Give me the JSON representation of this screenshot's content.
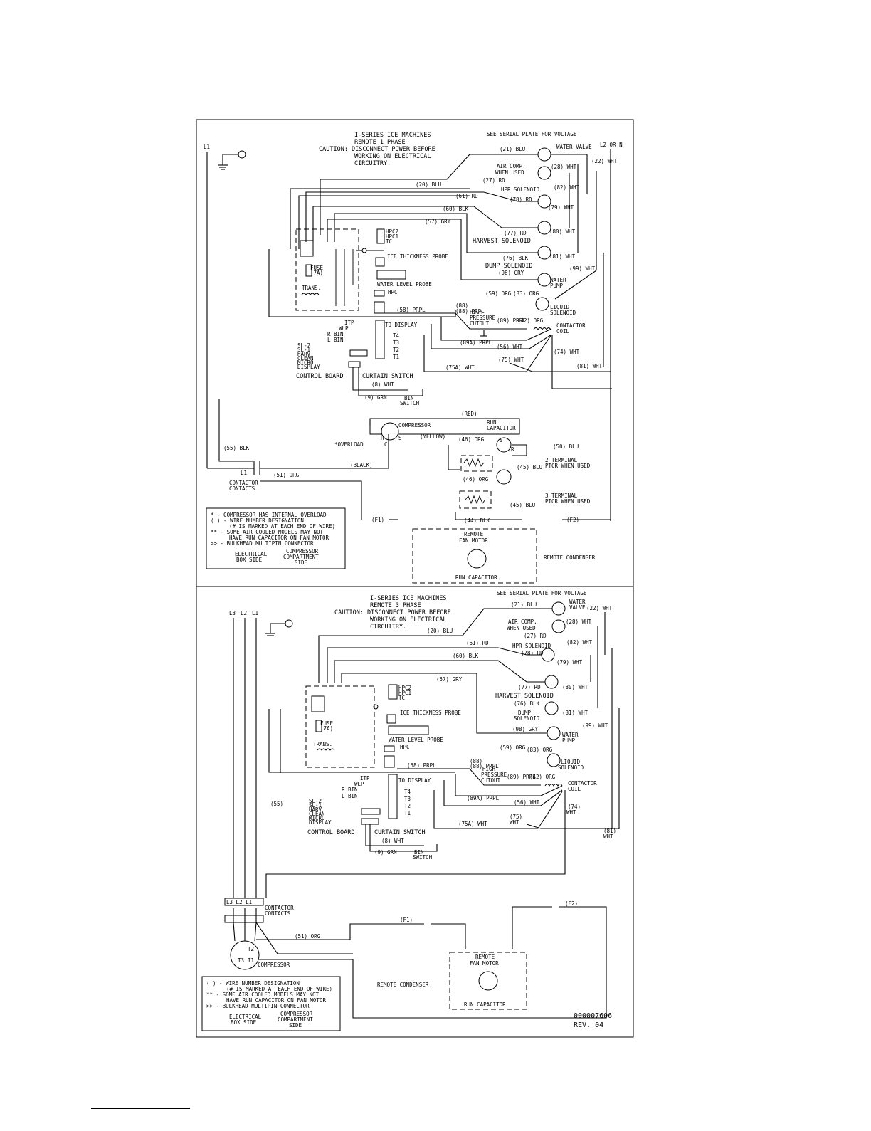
{
  "top": {
    "title": [
      "I-SERIES ICE MACHINES",
      "REMOTE 1 PHASE"
    ],
    "caution": [
      "CAUTION: DISCONNECT POWER BEFORE",
      "WORKING ON ELECTRICAL",
      "CIRCUITRY."
    ],
    "serial_note": "SEE SERIAL PLATE FOR VOLTAGE",
    "l1": "L1",
    "l2": "L2 OR N",
    "components": {
      "water_valve": "WATER VALVE",
      "air_comp": [
        "AIR COMP.",
        "WHEN USED"
      ],
      "hpr_solenoid": "HPR SOLENOID",
      "harvest_solenoid": "HARVEST SOLENOID",
      "dump_solenoid": "DUMP SOLENOID",
      "water_pump": [
        "WATER",
        "PUMP"
      ],
      "liquid_solenoid": [
        "LIQUID",
        "SOLENOID"
      ],
      "contactor_coil": [
        "CONTACTOR",
        "COIL"
      ],
      "high_pressure_cutout": [
        "HIGH",
        "PRESSURE",
        "CUTOUT"
      ],
      "ice_probe": "ICE THICKNESS PROBE",
      "water_probe": "WATER LEVEL PROBE",
      "hpc": "HPC",
      "fuse": [
        "FUSE",
        "(7A)"
      ],
      "trans": "TRANS.",
      "to_display": "TO DISPLAY",
      "inputs": [
        "ITP",
        "WLP",
        "R BIN",
        "L BIN"
      ],
      "t_terms": [
        "T4",
        "T3",
        "T2",
        "T1"
      ],
      "leds": [
        "SL-2",
        "SL-1",
        "HARV",
        "CLEAN",
        "MICRO",
        "DISPLAY"
      ],
      "control_board": "CONTROL BOARD",
      "curtain_switch": "CURTAIN SWITCH",
      "bin_switch": [
        "BIN",
        "SWITCH"
      ],
      "compressor": "COMPRESSOR",
      "run_capacitor": [
        "RUN",
        "CAPACITOR"
      ],
      "overload": "*OVERLOAD",
      "ptcr2": [
        "2 TERMINAL",
        "PTCR WHEN USED"
      ],
      "ptcr3": [
        "3 TERMINAL",
        "PTCR WHEN USED"
      ],
      "contactor_contacts": [
        "CONTACTOR",
        "CONTACTS"
      ],
      "remote_fan_motor": [
        "REMOTE",
        "FAN MOTOR"
      ],
      "remote_run_cap": "RUN CAPACITOR",
      "remote_condenser": "REMOTE CONDENSER",
      "csr": [
        "C",
        "S",
        "R"
      ],
      "cap_sr": [
        "S",
        "R"
      ],
      "hpc_pins": [
        "HPC2",
        "HPC1",
        "TC"
      ]
    },
    "wires": {
      "w21": "(21) BLU",
      "w22": "(22) WHT",
      "w28": "(28) WHT",
      "w27": "(27) RD",
      "w82": "(82) WHT",
      "w78": "(78) RD",
      "w79": "(79) WHT",
      "w20": "(20) BLU",
      "w61": "(61) RD",
      "w60": "(60) BLK",
      "w57": "(57) GRY",
      "w77": "(77) RD",
      "w80": "(80) WHT",
      "w76": "(76) BLK",
      "w81": "(81) WHT",
      "w98": "(98) GRY",
      "w99": "(99) WHT",
      "w59": "(59) ORG",
      "w83": "(83) ORG",
      "w88": "(88) PRPL",
      "w58": "(58) PRPL",
      "w89": "(89) PRPL",
      "w42": "(42) ORG",
      "w89a": "(89A) PRPL",
      "w56": "(56) WHT",
      "w74": "(74) WHT",
      "w75": "(75) WHT",
      "w75a": "(75A) WHT",
      "w8": "(8) WHT",
      "w9": "(9) GRN",
      "w55": "(55) BLK",
      "w51": "(51) ORG",
      "red": "(RED)",
      "yellow": "(YELLOW)",
      "black": "(BLACK)",
      "w46": "(46) ORG",
      "w46b": "(46) ORG",
      "w45": "(45) BLU",
      "w45b": "(45) BLU",
      "w50": "(50) BLU",
      "w44": "(44) BLK",
      "f1": "(F1)",
      "f2": "(F2)"
    },
    "legend": [
      "* - COMPRESSOR HAS INTERNAL OVERLOAD",
      "( ) - WIRE NUMBER DESIGNATION",
      "(# IS MARKED AT EACH END OF WIRE)",
      "** - SOME AIR COOLED MODELS MAY NOT",
      "HAVE RUN CAPACITOR ON FAN MOTOR",
      ">> - BULKHEAD MULTIPIN CONNECTOR"
    ],
    "legend_sides": {
      "left": [
        "ELECTRICAL",
        "BOX SIDE"
      ],
      "right": [
        "COMPRESSOR",
        "COMPARTMENT",
        "SIDE"
      ]
    }
  },
  "bottom": {
    "title": [
      "I-SERIES ICE MACHINES",
      "REMOTE 3 PHASE"
    ],
    "caution": [
      "CAUTION: DISCONNECT POWER BEFORE",
      "WORKING ON ELECTRICAL",
      "CIRCUITRY."
    ],
    "serial_note": "SEE SERIAL PLATE FOR VOLTAGE",
    "lines": [
      "L3",
      "L2",
      "L1"
    ],
    "w55": "(55)",
    "contactor_contacts": [
      "CONTACTOR",
      "CONTACTS"
    ],
    "compressor": "COMPRESSOR",
    "motor_terms": [
      "T2",
      "T3",
      "T1"
    ],
    "remote_condenser": "REMOTE CONDENSER",
    "remote_fan_motor": [
      "REMOTE",
      "FAN MOTOR"
    ],
    "remote_run_cap": "RUN CAPACITOR",
    "w81": "(81) WHT",
    "w74": "(74) WHT",
    "legend": [
      "( ) - WIRE NUMBER DESIGNATION",
      "(# IS MARKED AT EACH END OF WIRE)",
      "** - SOME AIR COOLED MODELS MAY NOT",
      "HAVE RUN CAPACITOR ON FAN MOTOR",
      ">> - BULKHEAD MULTIPIN CONNECTOR"
    ],
    "legend_sides": {
      "left": [
        "ELECTRICAL",
        "BOX SIDE"
      ],
      "right": [
        "COMPRESSOR",
        "COMPARTMENT",
        "SIDE"
      ]
    },
    "doc_number": "000007606",
    "revision": "REV. 04"
  }
}
